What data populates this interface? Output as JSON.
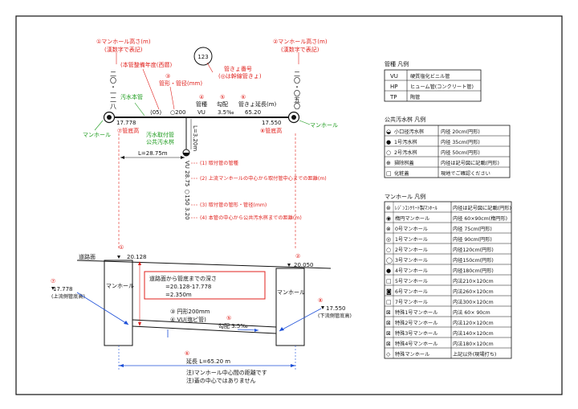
{
  "colors": {
    "annotation": "#e0201c",
    "label_green": "#1a9a1a",
    "pipe_blue": "#1c4fd8",
    "line": "#111111"
  },
  "plan": {
    "mh1": {
      "title": "①マンホール高さ(m)",
      "note": "(漢数字で表記)",
      "height_text": "二〇・一二八",
      "level": "17.778",
      "caption": "マンホール"
    },
    "mh2": {
      "title": "②マンホール高さ(m)",
      "note": "(漢数字で表記)",
      "height_text": "二〇・〇五〇",
      "level": "17.550",
      "caption": "マンホール"
    },
    "pipe_no": "123",
    "pipe_no_label": "管きょ番号",
    "pipe_no_note": "(◎は幹線管きょ)",
    "year_label": "(本管整備年度(西暦)",
    "year_value": "⟨05⟩",
    "shape_size_label": "管形・管径(mm)",
    "shape_size_value": "○200",
    "material_label": "管種",
    "material_value": "VU",
    "slope_label": "勾配",
    "slope_value": "3.5‰",
    "length_label": "管きょ延長(m)",
    "length_value": "65.20",
    "sewer_main": "汚水本管",
    "invert_up": "⑦管底高",
    "invert_down": "⑧管底高",
    "lateral": "汚水取付管",
    "public_box": "公共汚水桝",
    "l_dist": "L=28.75m",
    "l_len": "L=3.20m",
    "n1": "①",
    "n2": "②",
    "n3": "③",
    "n4": "④",
    "n5": "⑤",
    "n6": "⑥",
    "lateral_vertical": "VU 28.75 ○150 3.20",
    "notes": [
      "(1) 取付管の管種",
      "(2) 上流マンホールの中心から取付管中心までの距離(m)",
      "(3) 取付管の管形・管径(mm)",
      "(4) 本管の中心から公共汚水桝までの距離(m)"
    ]
  },
  "section": {
    "road_label": "道路面",
    "n1": "①",
    "n2": "②",
    "mh1_level": "20.128",
    "mh2_level": "20.050",
    "mh_label": "マンホール",
    "depth_title": "道路面から管底までの深さ",
    "depth_formula": "=20.128-17.778",
    "depth_value": "=2.350m",
    "n7": "⑦",
    "up_level": "17.778",
    "up_caption": "(上流側管底高)",
    "n8": "⑧",
    "down_level": "17.550",
    "down_caption": "(下流側管底高)",
    "n3_label": "③ 円形200mm",
    "n4_label": "④ VU(塩ビ管)",
    "n5": "⑤",
    "slope": "勾配 3.5‰",
    "n6": "⑥",
    "length": "延長 L=65.20 m",
    "note1": "注)マンホール中心間の距離です",
    "note2": "注)蓋の中心ではありません"
  },
  "legend_pipe": {
    "title": "管種 凡例",
    "rows": [
      {
        "code": "VU",
        "desc": "硬質塩化ビニル管"
      },
      {
        "code": "HP",
        "desc": "ヒューム管(コンクリート管)"
      },
      {
        "code": "TP",
        "desc": "陶管"
      }
    ]
  },
  "legend_box": {
    "title": "公共汚水桝 凡例",
    "rows": [
      {
        "icon": "◒",
        "name": "小口径汚水桝",
        "spec": "内径 20cm(円形)"
      },
      {
        "icon": "●",
        "name": "1号汚水桝",
        "spec": "内径 35cm(円形)"
      },
      {
        "icon": "○",
        "name": "2号汚水桝",
        "spec": "内径 50cm(円形)"
      },
      {
        "icon": "⊕",
        "name": "掃除桝蓋",
        "spec": "内径は記号図に記載(円形)"
      },
      {
        "icon": "□",
        "name": "化粧蓋",
        "spec": "現地でご確認ください"
      }
    ]
  },
  "legend_mh": {
    "title": "マンホール 凡例",
    "rows": [
      {
        "icon": "⊛",
        "name": "ﾚｼﾞﾝｺﾝｸﾘｰﾄ製ﾏﾝﾎｰﾙ",
        "spec": "内径は記号図に記載(円形)"
      },
      {
        "icon": "◉",
        "name": "楕円マンホール",
        "spec": "内径 60×90cm(楕円形)"
      },
      {
        "icon": "⊗",
        "name": "0号マンホール",
        "spec": "内径 75cm(円形)"
      },
      {
        "icon": "◎",
        "name": "1号マンホール",
        "spec": "内径 90cm(円形)"
      },
      {
        "icon": "○",
        "name": "2号マンホール",
        "spec": "内径120cm(円形)"
      },
      {
        "icon": "◯",
        "name": "3号マンホール",
        "spec": "内径150cm(円形)"
      },
      {
        "icon": "●",
        "name": "4号マンホール",
        "spec": "内径180cm(円形)"
      },
      {
        "icon": "□",
        "name": "5号マンホール",
        "spec": "内法210×120cm"
      },
      {
        "icon": "◙",
        "name": "6号マンホール",
        "spec": "内法260×120cm"
      },
      {
        "icon": "□",
        "name": "7号マンホール",
        "spec": "内法300×120cm"
      },
      {
        "icon": "⊠",
        "name": "特殊1号マンホール",
        "spec": "内法 60× 90cm"
      },
      {
        "icon": "⊠",
        "name": "特殊2号マンホール",
        "spec": "内法120×120cm"
      },
      {
        "icon": "⊠",
        "name": "特殊3号マンホール",
        "spec": "内法140×120cm"
      },
      {
        "icon": "⊠",
        "name": "特殊4号マンホール",
        "spec": "内法180×120cm"
      },
      {
        "icon": "◇",
        "name": "特殊マンホール",
        "spec": "上記以外(現場打ち)"
      }
    ]
  }
}
